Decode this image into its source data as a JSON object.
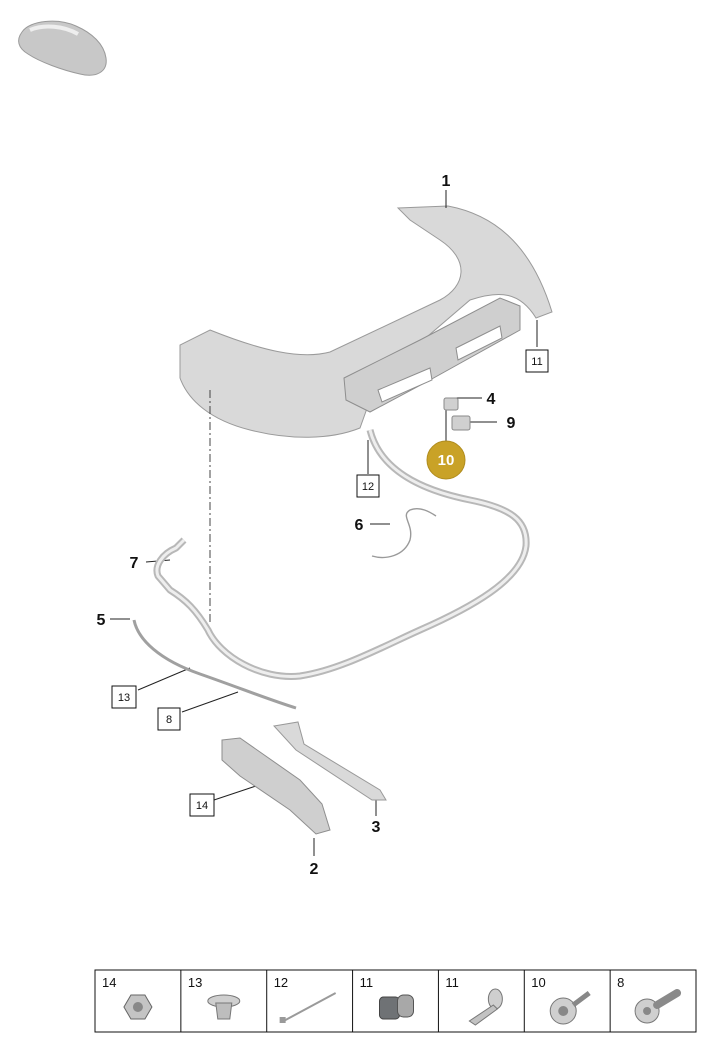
{
  "colors": {
    "part_fill": "#d9d9d9",
    "part_stroke": "#9a9a9a",
    "highlight": "#c9a227",
    "line": "#222222"
  },
  "callouts": {
    "c1": "1",
    "c2": "2",
    "c3": "3",
    "c4": "4",
    "c5": "5",
    "c6": "6",
    "c7": "7",
    "c9": "9",
    "c10": "10"
  },
  "boxed_refs": {
    "b11": "11",
    "b12": "12",
    "b13": "13",
    "b8": "8",
    "b14": "14"
  },
  "fastener_strip": [
    {
      "label": "14",
      "icon": "hex-nut-icon"
    },
    {
      "label": "13",
      "icon": "push-clip-icon"
    },
    {
      "label": "12",
      "icon": "cable-tie-icon"
    },
    {
      "label": "11",
      "icon": "bolt-collar-icon"
    },
    {
      "label": "11",
      "icon": "rivet-icon"
    },
    {
      "label": "10",
      "icon": "flange-screw-icon"
    },
    {
      "label": "8",
      "icon": "torx-bolt-icon"
    }
  ]
}
